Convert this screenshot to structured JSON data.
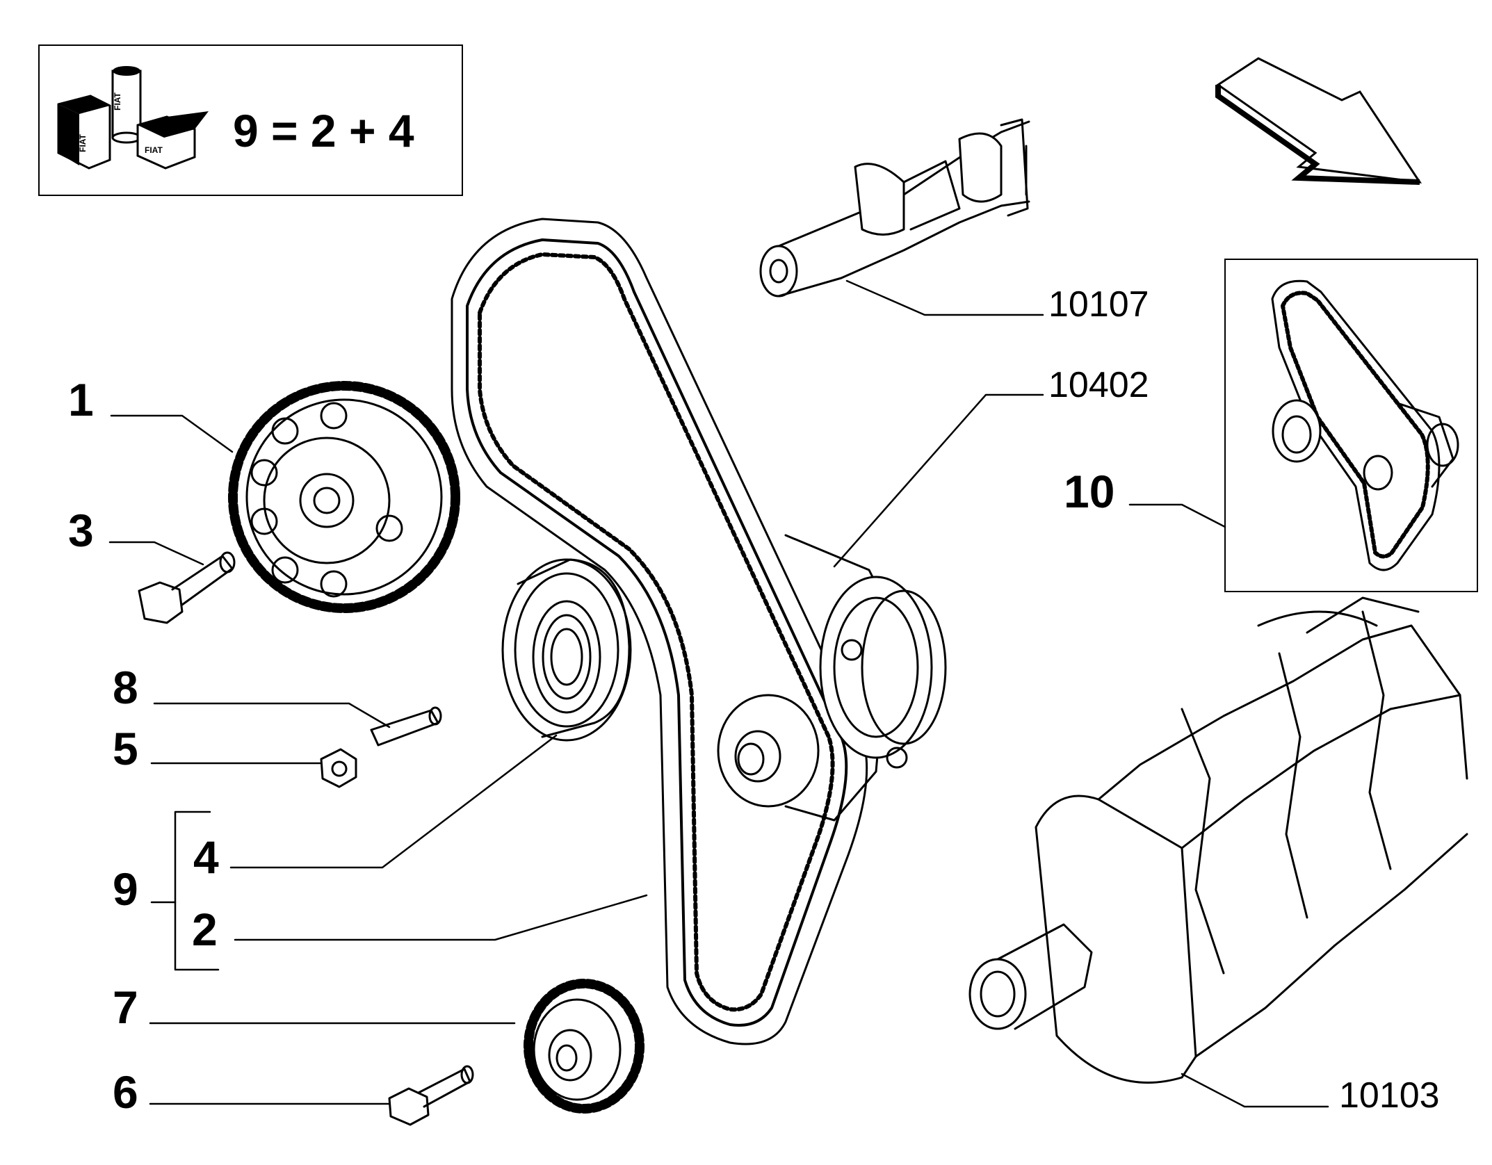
{
  "kit_box": {
    "formula": "9 = 2 + 4",
    "icon": "kit-box-icon",
    "box_labels": [
      "FIAT",
      "FIAT",
      "FIAT"
    ]
  },
  "callouts": {
    "c1": "1",
    "c3": "3",
    "c8": "8",
    "c5": "5",
    "c9": "9",
    "c4": "4",
    "c2": "2",
    "c7": "7",
    "c6": "6",
    "c10": "10",
    "r10107": "10107",
    "r10402": "10402",
    "r10103": "10103"
  },
  "icons": {
    "direction_arrow": "direction-arrow-icon"
  }
}
